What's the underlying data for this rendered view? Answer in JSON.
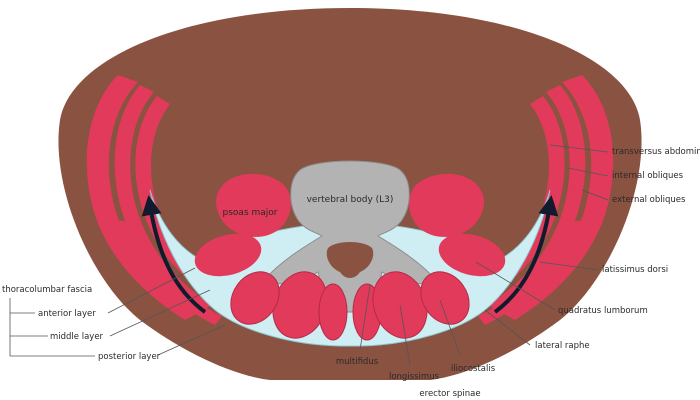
{
  "colors": {
    "body": "#8a5240",
    "muscle": "#e23a5a",
    "muscle_dark": "#b32b47",
    "fascia": "#cfeef3",
    "fascia_edge": "#8ec6d0",
    "bone": "#b3b3b3",
    "bone_edge": "#8c8c8c",
    "arrow": "#121a2e"
  },
  "labels": {
    "vertebral_body": "vertebral body (L3)",
    "psoas_major": "psoas major",
    "transversus_abdominis": "transversus abdominis",
    "internal_obliques": "internal obliques",
    "external_obliques": "external obliques",
    "latissimus_dorsi": "latissimus dorsi",
    "quadratus_lumborum": "quadratus lumborum",
    "lateral_raphe": "lateral raphe",
    "thoracolumbar_fascia": "thoracolumbar fascia",
    "anterior_layer": "anterior layer",
    "middle_layer": "middle layer",
    "posterior_layer": "posterior layer",
    "multifidus": "multifidus",
    "longissimus": "longissimus",
    "iliocostalis": "iliocostalis",
    "erector_spinae": "erector spinae"
  }
}
